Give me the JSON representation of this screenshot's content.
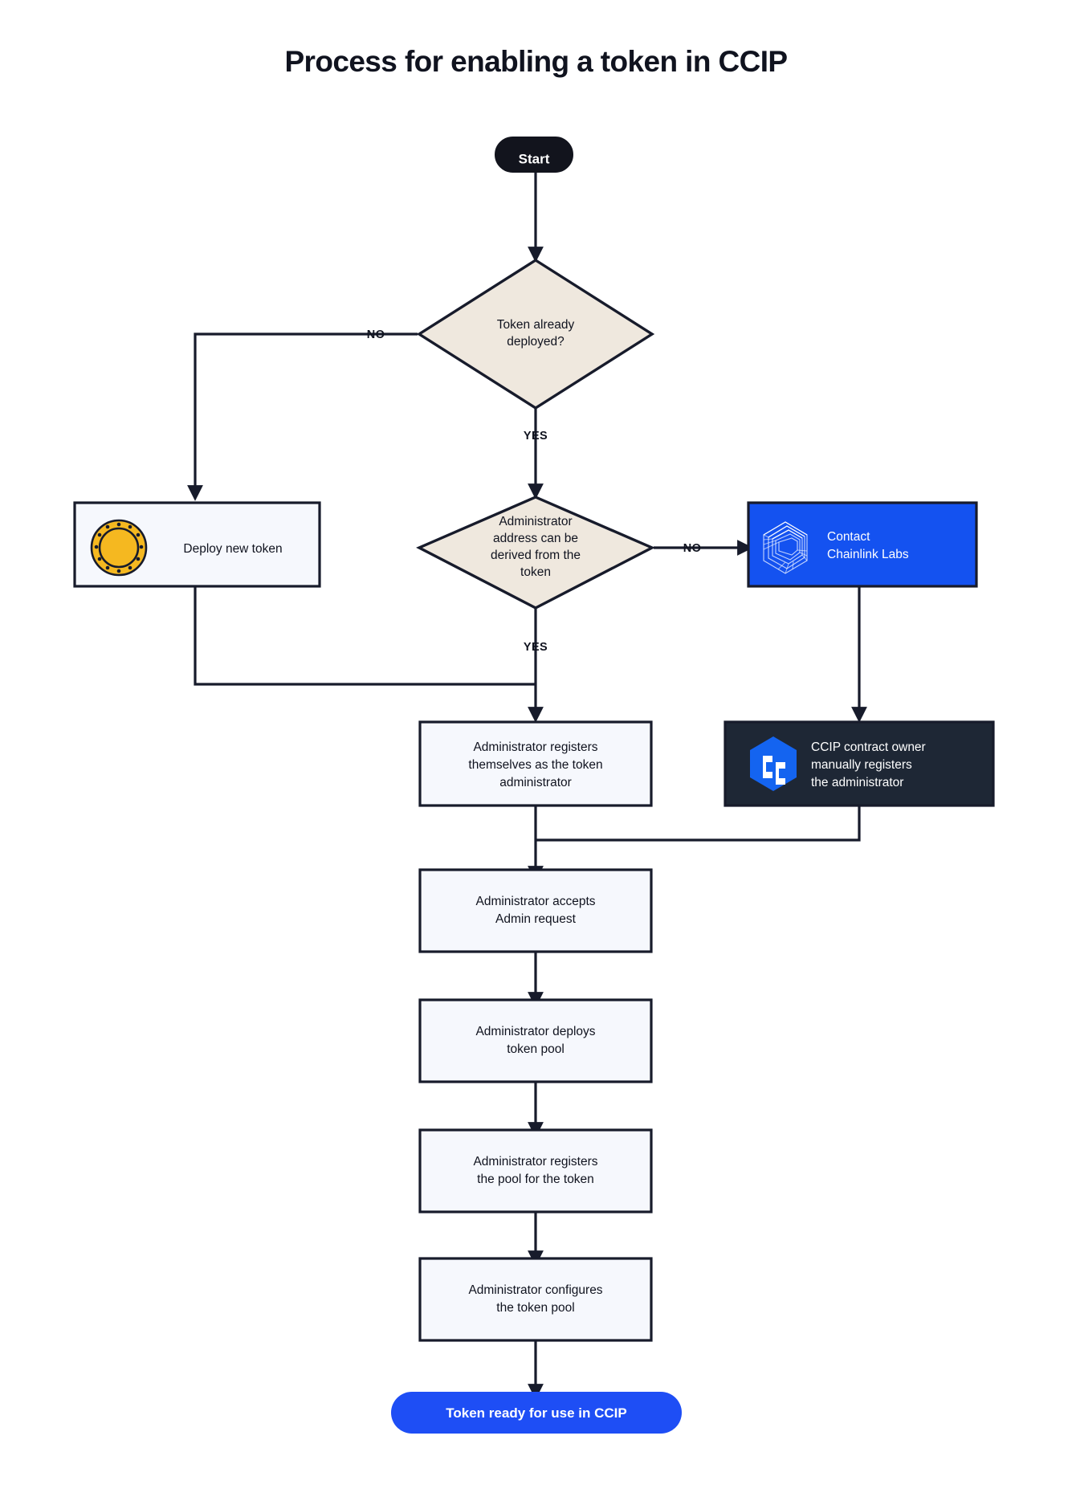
{
  "title": "Process for enabling a token in CCIP",
  "colors": {
    "ink": "#10131f",
    "process_fill": "#f6f8fd",
    "decision_fill": "#efe8de",
    "brand_blue": "#1452f0",
    "dark_panel": "#1e2735",
    "token_gold": "#f5b820"
  },
  "nodes": {
    "start": {
      "label": "Start",
      "type": "terminator"
    },
    "decision_deployed": {
      "label": "Token already deployed?",
      "type": "decision"
    },
    "deploy_token": {
      "label": "Deploy new token",
      "type": "process",
      "icon": "gold-coin-icon"
    },
    "decision_admin_derived": {
      "label": "Administrator address can be derived from the token",
      "type": "decision"
    },
    "contact_chainlink": {
      "label": "Contact Chainlink Labs",
      "type": "process-brand",
      "icon": "chainlink-logo-icon"
    },
    "admin_registers_self": {
      "label": "Administrator registers themselves as the token administrator",
      "type": "process"
    },
    "ccip_owner_registers": {
      "label": "CCIP contract owner manually registers the administrator",
      "type": "process-dark",
      "icon": "ccip-logo-icon"
    },
    "admin_accepts": {
      "label": "Administrator accepts Admin request",
      "type": "process"
    },
    "admin_deploys_pool": {
      "label": "Administrator deploys token pool",
      "type": "process"
    },
    "admin_registers_pool": {
      "label": "Administrator registers the pool for the token",
      "type": "process"
    },
    "admin_configures_pool": {
      "label": "Administrator configures the token pool",
      "type": "process"
    },
    "end": {
      "label": "Token ready for use in CCIP",
      "type": "terminator-brand"
    }
  },
  "node_lines": {
    "decision_deployed": [
      "Token already",
      "deployed?"
    ],
    "decision_admin_derived": [
      "Administrator",
      "address can be",
      "derived from the",
      "token"
    ],
    "contact_chainlink": [
      "Contact",
      "Chainlink Labs"
    ],
    "admin_registers_self": [
      "Administrator registers",
      "themselves as the token",
      "administrator"
    ],
    "ccip_owner_registers": [
      "CCIP contract owner",
      "manually registers",
      "the administrator"
    ],
    "admin_accepts": [
      "Administrator accepts",
      "Admin request"
    ],
    "admin_deploys_pool": [
      "Administrator deploys",
      "token pool"
    ],
    "admin_registers_pool": [
      "Administrator registers",
      "the pool for the token"
    ],
    "admin_configures_pool": [
      "Administrator configures",
      "the token pool"
    ],
    "deploy_token": [
      "Deploy new token"
    ]
  },
  "edge_labels": {
    "deployed_no": "NO",
    "deployed_yes": "YES",
    "admin_no": "NO",
    "admin_yes": "YES"
  }
}
